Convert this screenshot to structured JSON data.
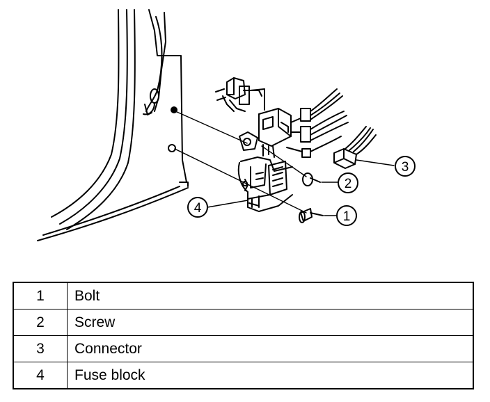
{
  "diagram": {
    "callouts": [
      {
        "number": "1",
        "part": "bolt"
      },
      {
        "number": "2",
        "part": "screw"
      },
      {
        "number": "3",
        "part": "connector"
      },
      {
        "number": "4",
        "part": "fuse-block"
      }
    ]
  },
  "legend": {
    "rows": [
      {
        "number": "1",
        "label": "Bolt"
      },
      {
        "number": "2",
        "label": "Screw"
      },
      {
        "number": "3",
        "label": "Connector"
      },
      {
        "number": "4",
        "label": "Fuse block"
      }
    ]
  }
}
